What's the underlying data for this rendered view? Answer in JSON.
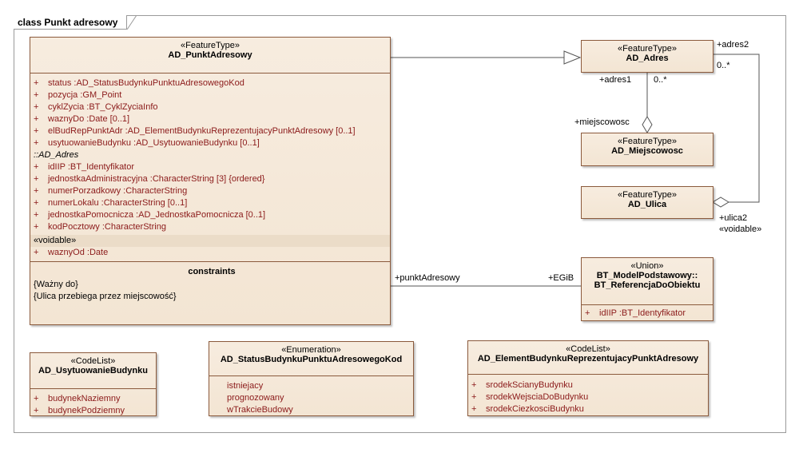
{
  "frame": {
    "title": "class Punkt adresowy"
  },
  "classes": {
    "punkt": {
      "stereotype": "«FeatureType»",
      "name": "AD_PunktAdresowy",
      "attrs": [
        "status :AD_StatusBudynkuPunktuAdresowegoKod",
        "pozycja :GM_Point",
        "cyklZycia :BT_CyklZyciaInfo",
        "waznyDo :Date [0..1]",
        "elBudRepPunktAdr :AD_ElementBudynkuReprezentujacyPunktAdresowy [0..1]",
        "usytuowanieBudynku :AD_UsytuowanieBudynku [0..1]"
      ],
      "inherited": "::AD_Adres",
      "inh_attrs": [
        "idIIP :BT_Identyfikator",
        "jednostkaAdministracyjna :CharacterString [3] {ordered}",
        "numerPorzadkowy :CharacterString",
        "numerLokalu :CharacterString [0..1]",
        "jednostkaPomocnicza :AD_JednostkaPomocnicza [0..1]",
        "kodPocztowy :CharacterString"
      ],
      "voidable": "«voidable»",
      "void_attr": "waznyOd :Date",
      "constraints_title": "constraints",
      "constraints": [
        "{Ważny do}",
        "{Ulica przebiega przez miejscowość}"
      ]
    },
    "adres": {
      "stereotype": "«FeatureType»",
      "name": "AD_Adres"
    },
    "miejscowosc": {
      "stereotype": "«FeatureType»",
      "name": "AD_Miejscowosc"
    },
    "ulica": {
      "stereotype": "«FeatureType»",
      "name": "AD_Ulica"
    },
    "model": {
      "stereotype": "«Union»",
      "name1": "BT_ModelPodstawowy::",
      "name2": "BT_ReferencjaDoObiektu",
      "attr": "idIIP :BT_Identyfikator"
    },
    "usytuowanie": {
      "stereotype": "«CodeList»",
      "name": "AD_UsytuowanieBudynku",
      "attrs": [
        "budynekNaziemny",
        "budynekPodziemny"
      ]
    },
    "status": {
      "stereotype": "«Enumeration»",
      "name": "AD_StatusBudynkuPunktuAdresowegoKod",
      "literals": [
        "istniejacy",
        "prognozowany",
        "wTrakcieBudowy"
      ]
    },
    "element": {
      "stereotype": "«CodeList»",
      "name": "AD_ElementBudynkuReprezentujacyPunktAdresowy",
      "attrs": [
        "srodekScianyBudynku",
        "srodekWejsciaDoBudynku",
        "srodekCiezkosciBudynku"
      ]
    }
  },
  "plus": "+",
  "labels": {
    "adres2": "+adres2",
    "mult_adres2": "0..*",
    "adres1": "+adres1",
    "mult_adres1": "0..*",
    "miejscowosc": "+miejscowosc",
    "ulica2": "+ulica2",
    "voidable": "«voidable»",
    "punktAdresowy": "+punktAdresowy",
    "egib": "+EGiB"
  }
}
